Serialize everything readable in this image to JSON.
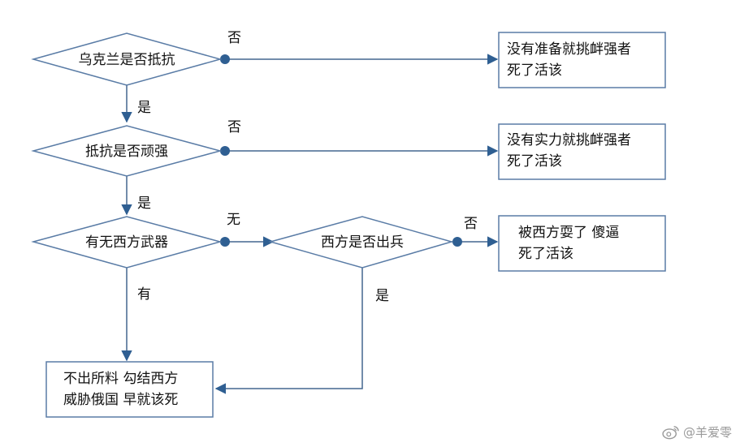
{
  "colors": {
    "stroke": "#5a7ca6",
    "line": "#44668f",
    "accent": "#2f5f92"
  },
  "decisions": [
    {
      "label": "乌克兰是否抵抗"
    },
    {
      "label": "抵抗是否顽强"
    },
    {
      "label": "有无西方武器"
    },
    {
      "label": "西方是否出兵"
    }
  ],
  "outcomes": [
    {
      "lines": [
        "没有准备就挑衅强者",
        "死了活该"
      ]
    },
    {
      "lines": [
        "没有实力就挑衅强者",
        "死了活该"
      ]
    },
    {
      "lines": [
        "被西方耍了 傻逼",
        "死了活该"
      ]
    },
    {
      "lines": [
        "不出所料 勾结西方",
        "威胁俄国 早就该死"
      ]
    }
  ],
  "edge_labels": {
    "no_1": "否",
    "yes_1": "是",
    "no_2": "否",
    "yes_2": "是",
    "without_3": "无",
    "with_3": "有",
    "no_4": "否",
    "yes_4": "是"
  },
  "watermark": {
    "icon": "weibo-icon",
    "text": "@羊爱零"
  }
}
